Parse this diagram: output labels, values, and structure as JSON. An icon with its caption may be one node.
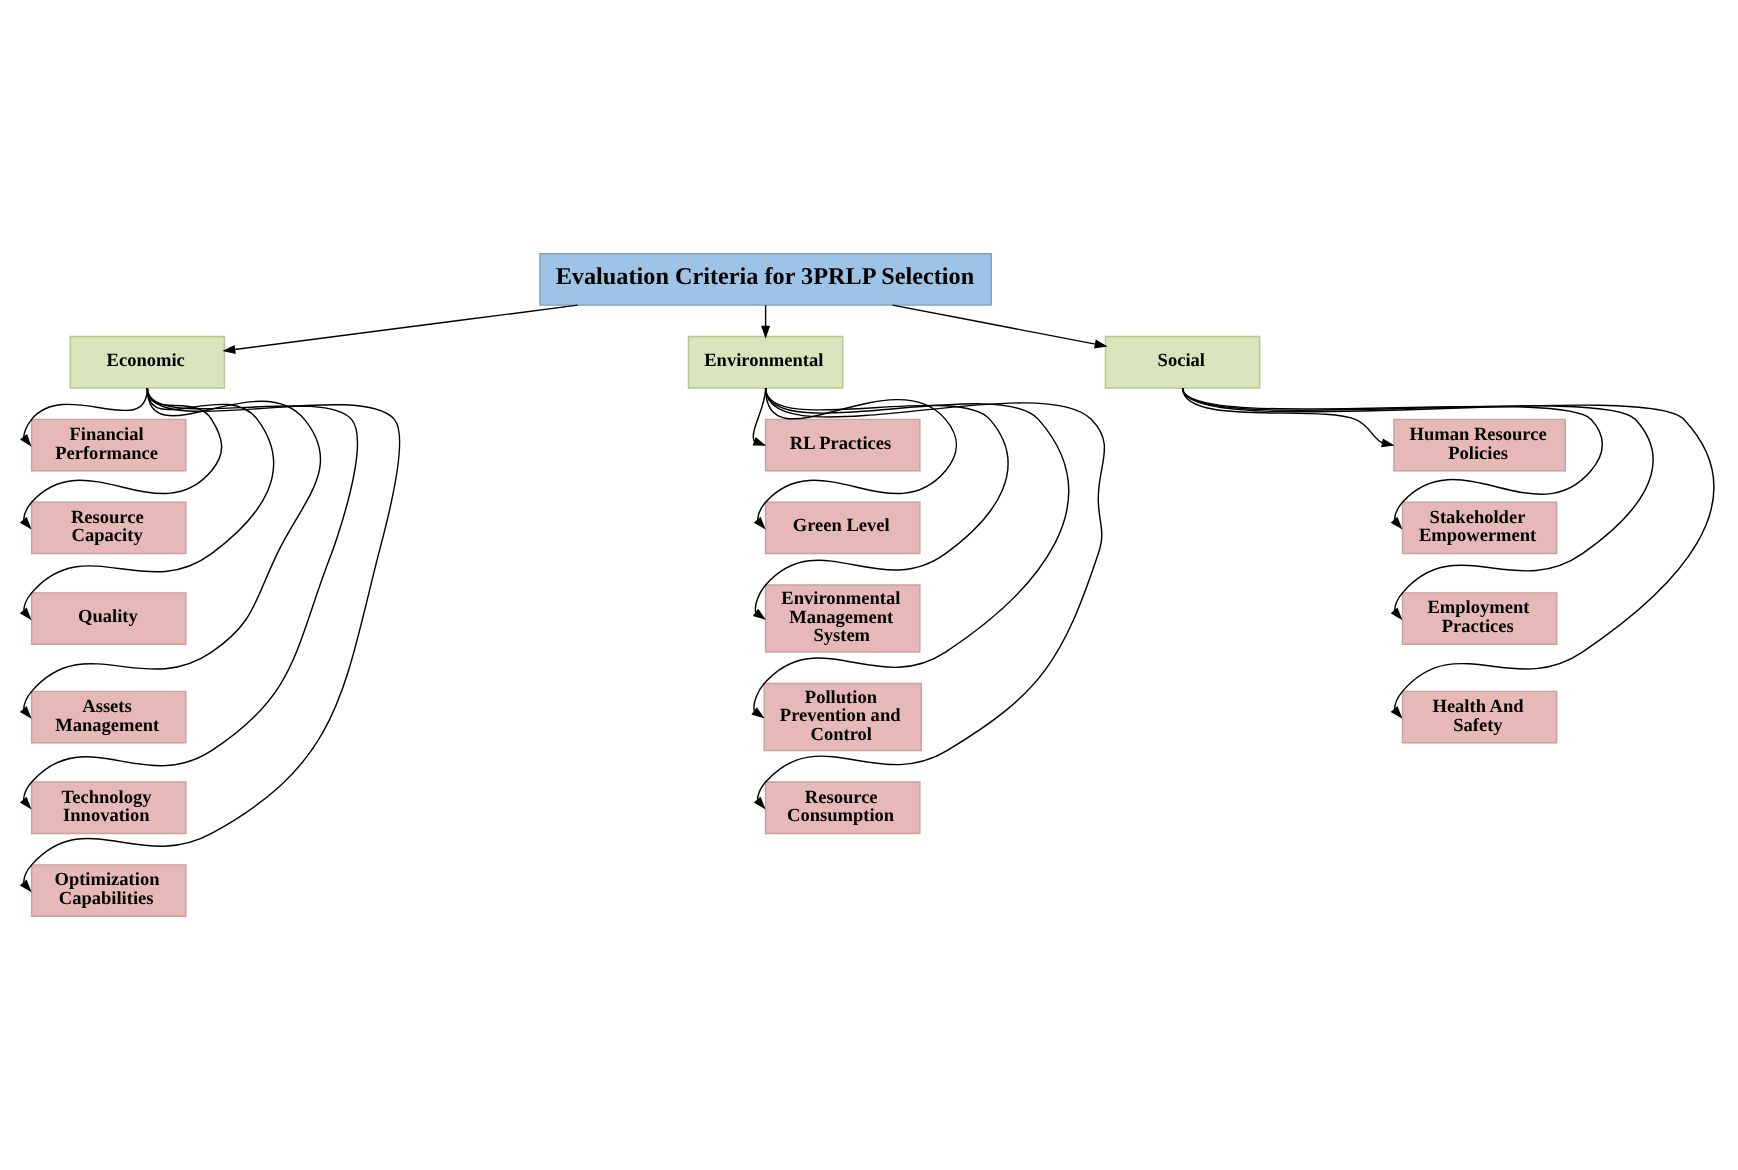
{
  "diagram": {
    "nodes": [
      {
        "text": [
          "Evaluation Criteria for 3PRLP Selection"
        ]
      },
      {
        "text": [
          "Economic"
        ]
      },
      {
        "text": [
          "Financial Performance"
        ]
      },
      {
        "text": [
          "Resource Capacity"
        ]
      },
      {
        "text": [
          "Quality"
        ]
      },
      {
        "text": [
          "Assets Management"
        ]
      },
      {
        "text": [
          "Technology Innovation"
        ]
      },
      {
        "text": [
          "Optimization Capabilities"
        ]
      },
      {
        "text": [
          "Environmental"
        ]
      },
      {
        "text": [
          "RL Practices"
        ]
      },
      {
        "text": [
          "Green Level"
        ]
      },
      {
        "text": [
          "Environmental Management System"
        ]
      },
      {
        "text": [
          "Pollution Prevention and Control"
        ]
      },
      {
        "text": [
          "Resource Consumption"
        ]
      },
      {
        "text": [
          "Social"
        ]
      },
      {
        "text": [
          "Human Resource Policies"
        ]
      },
      {
        "text": [
          "Stakeholder Empowerment"
        ]
      },
      {
        "text": [
          "Employment Practices"
        ]
      },
      {
        "text": [
          "Health And Safety"
        ]
      }
    ],
    "edges": [
      {
        "from": 0,
        "to": 1,
        "arrow": "to"
      },
      {
        "from": 0,
        "to": 8,
        "arrow": "to"
      },
      {
        "from": 0,
        "to": 14,
        "arrow": "to"
      },
      {
        "from": 1,
        "to": 2,
        "arrow": "to"
      },
      {
        "from": 1,
        "to": 3,
        "arrow": "to"
      },
      {
        "from": 1,
        "to": 4,
        "arrow": "to"
      },
      {
        "from": 1,
        "to": 5,
        "arrow": "to"
      },
      {
        "from": 1,
        "to": 6,
        "arrow": "to"
      },
      {
        "from": 1,
        "to": 7,
        "arrow": "to"
      },
      {
        "from": 8,
        "to": 9,
        "arrow": "to"
      },
      {
        "from": 8,
        "to": 10,
        "arrow": "to"
      },
      {
        "from": 8,
        "to": 11,
        "arrow": "to"
      },
      {
        "from": 8,
        "to": 12,
        "arrow": "to"
      },
      {
        "from": 8,
        "to": 13,
        "arrow": "to"
      },
      {
        "from": 14,
        "to": 15,
        "arrow": "to"
      },
      {
        "from": 14,
        "to": 16,
        "arrow": "to"
      },
      {
        "from": 14,
        "to": 17,
        "arrow": "to"
      },
      {
        "from": 14,
        "to": 18,
        "arrow": "to"
      }
    ]
  }
}
